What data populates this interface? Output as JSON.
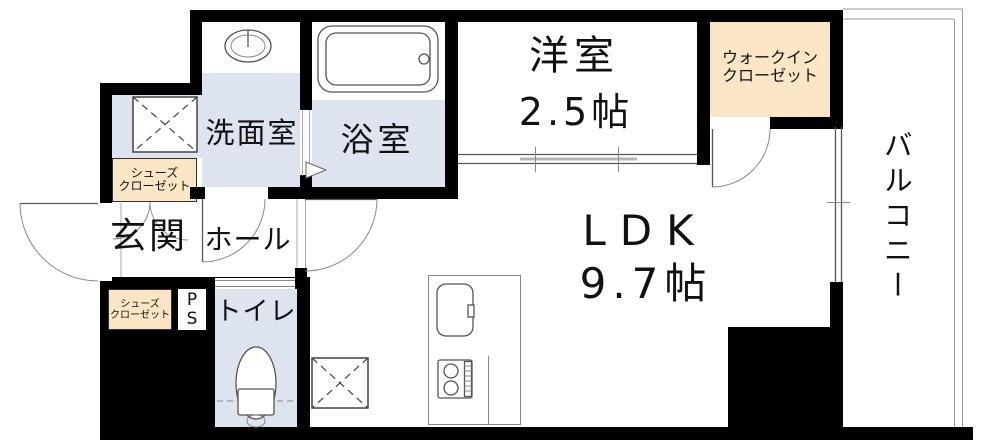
{
  "colors": {
    "wall": "#000000",
    "wet": "#dde3ef",
    "closet": "#fae6c5"
  },
  "rooms": {
    "western_room": {
      "label": "洋室",
      "size": "2.5帖"
    },
    "ldk": {
      "label": "LDK",
      "size": "9.7帖"
    },
    "walk_in_closet": {
      "line1": "ウォークイン",
      "line2": "クローゼット"
    },
    "balcony": {
      "label": "バルコニー"
    },
    "washroom": {
      "label": "洗面室"
    },
    "bathroom": {
      "label": "浴室"
    },
    "entrance": {
      "label": "玄関"
    },
    "hall": {
      "label": "ホール"
    },
    "toilet": {
      "label": "トイレ"
    },
    "pipe_space": {
      "line1": "P",
      "line2": "S"
    },
    "shoe_closet_upper": {
      "line1": "シューズ",
      "line2": "クローゼット"
    },
    "shoe_closet_lower": {
      "line1": "シューズ",
      "line2": "クローゼット"
    }
  },
  "icons": [
    "bathtub-icon",
    "washbasin-icon",
    "toilet-icon",
    "kitchen-sink-icon",
    "gas-stove-icon",
    "washing-machine-space-icon",
    "refrigerator-space-icon",
    "door-swing-icon",
    "sliding-door-icon",
    "window-icon",
    "folding-door-icon"
  ]
}
